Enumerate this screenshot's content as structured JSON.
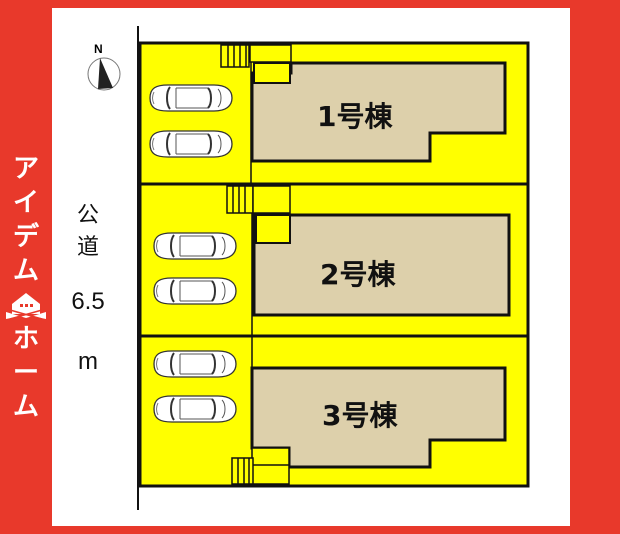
{
  "brand": {
    "name_top": [
      "ア",
      "イ",
      "デ",
      "ム"
    ],
    "name_bottom": [
      "ホ",
      "ー",
      "ム"
    ],
    "colors": {
      "background": "#e8392b",
      "text": "#ffffff"
    }
  },
  "compass": {
    "label": "N"
  },
  "road": {
    "label_line1": "公",
    "label_line2": "道",
    "width": "6.5",
    "unit": "m"
  },
  "lots": [
    {
      "id": 1,
      "label": "1号棟",
      "parking_spaces": 2
    },
    {
      "id": 2,
      "label": "2号棟",
      "parking_spaces": 2
    },
    {
      "id": 3,
      "label": "3号棟",
      "parking_spaces": 2
    }
  ],
  "colors": {
    "lot": "#ffff00",
    "building": "#ddd0ab",
    "outline": "#111111",
    "frame": "#ffffff"
  }
}
